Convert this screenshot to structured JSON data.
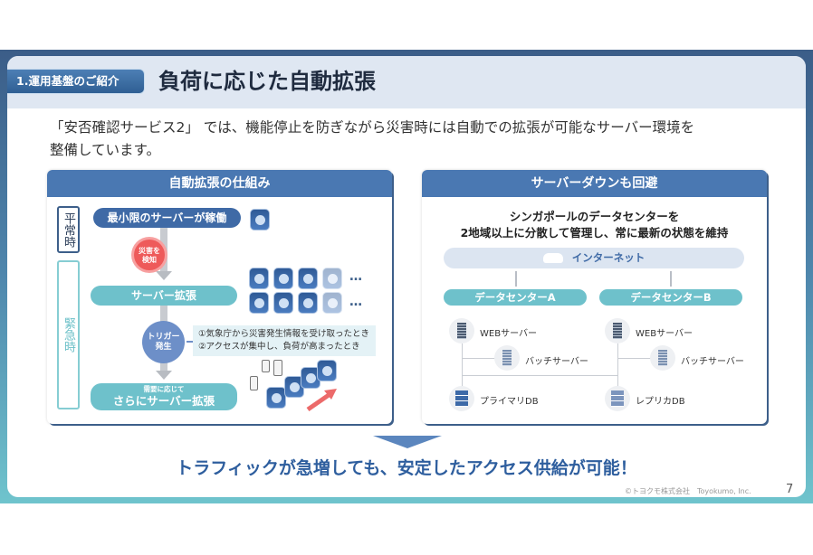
{
  "header": {
    "section_tag": "1.運用基盤のご紹介",
    "title": "負荷に応じた自動拡張"
  },
  "intro": {
    "line1": "「安否確認サービス2」 では、機能停止を防ぎながら災害時には自動での拡張が可能なサーバー環境を",
    "line2": "整備しています。"
  },
  "left_panel": {
    "title": "自動拡張の仕組み",
    "normal_label": "平常時",
    "emergency_label": "緊急時",
    "step1": "最小限のサーバーが稼働",
    "detect_badge": "災害を検知",
    "step2": "サーバー拡張",
    "trigger_badge": "トリガー発生",
    "triggers": [
      "①気象庁から災害発生情報を受け取ったとき",
      "②アクセスが集中し、負荷が高まったとき"
    ],
    "step3_small": "需要に応じて",
    "step3": "さらにサーバー拡張",
    "ellipsis": "…"
  },
  "right_panel": {
    "title": "サーバーダウンも回避",
    "subtitle1": "シンガポールのデータセンターを",
    "subtitle2": "2地域以上に分散して管理し、常に最新の状態を維持",
    "internet": "インターネット",
    "dc_a": {
      "name": "データセンターA",
      "web": "WEBサーバー",
      "batch": "バッチサーバー",
      "db": "プライマリDB"
    },
    "dc_b": {
      "name": "データセンターB",
      "web": "WEBサーバー",
      "batch": "バッチサーバー",
      "db": "レプリカDB"
    }
  },
  "conclusion": "トラフィックが急増しても、安定したアクセス供給が可能！",
  "footer": {
    "copyright": "©トヨクモ株式会社　Toyokumo, Inc.",
    "page": "7"
  },
  "colors": {
    "primary": "#4a78b2",
    "teal": "#6ec1cb",
    "title": "#2e5e9e"
  }
}
